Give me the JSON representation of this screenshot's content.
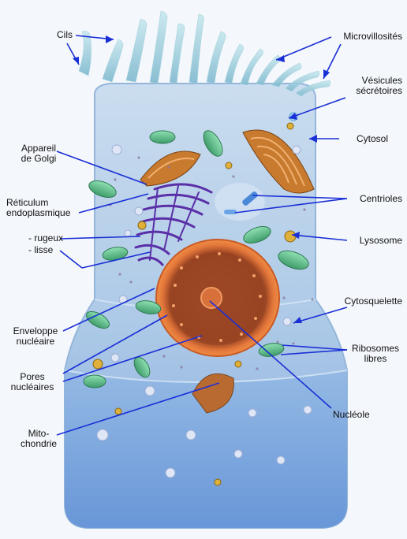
{
  "colors": {
    "leader": "#1a2fd6",
    "cell_body": "#a9c7e6",
    "cell_edge": "#8fb3d9",
    "nucleus": "#d9642a",
    "golgi": "#c87a2e",
    "er": "#5a2fa8",
    "mitochondria": "#59b884"
  },
  "labels": {
    "cils": "Cils",
    "microvillosites": "Microvillosités",
    "vesicules": "Vésicules\nsécrétoires",
    "cytosol": "Cytosol",
    "golgi": "Appareil\nde Golgi",
    "reticulum": "Réticulum\nendoplasmique",
    "rugueux": "- rugeux",
    "lisse": "- lisse",
    "centrioles": "Centrioles",
    "lysosome": "Lysosome",
    "cytosquelette": "Cytosquelette",
    "ribosomes": "Ribosomes\nlibres",
    "enveloppe": "Enveloppe\nnucléaire",
    "pores": "Pores\nnucléaires",
    "nucleole": "Nucléole",
    "mitochondrie": "Mito-\nchondrie"
  }
}
